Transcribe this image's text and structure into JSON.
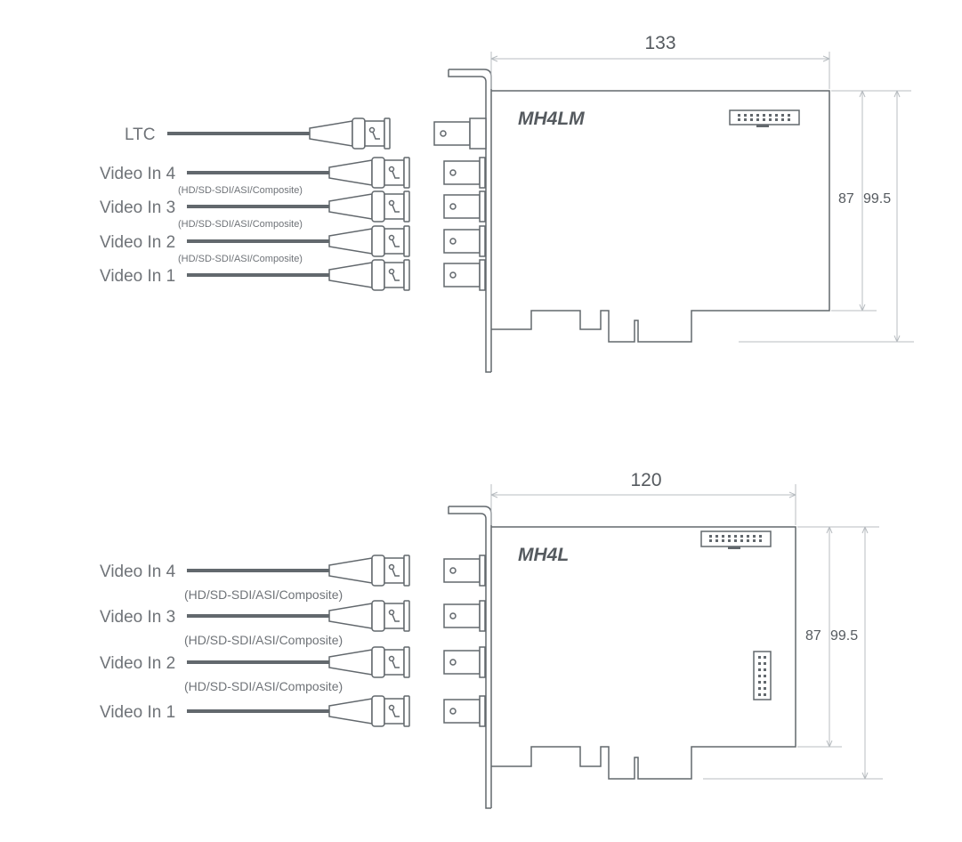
{
  "diagrams": [
    {
      "model": "MH4LM",
      "width_dim": "133",
      "height_dims": [
        "87",
        "99.5"
      ],
      "inputs": [
        {
          "label": "LTC",
          "sub": ""
        },
        {
          "label": "Video In 4",
          "sub": "(HD/SD-SDI/ASI/Composite)"
        },
        {
          "label": "Video In 3",
          "sub": "(HD/SD-SDI/ASI/Composite)"
        },
        {
          "label": "Video In 2",
          "sub": "(HD/SD-SDI/ASI/Composite)"
        },
        {
          "label": "Video In 1",
          "sub": ""
        }
      ]
    },
    {
      "model": "MH4L",
      "width_dim": "120",
      "height_dims": [
        "87",
        "99.5"
      ],
      "inputs": [
        {
          "label": "Video In 4",
          "sub": "(HD/SD-SDI/ASI/Composite)"
        },
        {
          "label": "Video In 3",
          "sub": "(HD/SD-SDI/ASI/Composite)"
        },
        {
          "label": "Video In 2",
          "sub": "(HD/SD-SDI/ASI/Composite)"
        },
        {
          "label": "Video In 1",
          "sub": ""
        }
      ]
    }
  ],
  "colors": {
    "line": "#62686d",
    "dimension": "#b8bdc1",
    "label": "#6f7378"
  },
  "icons": [
    "bnc-connector-icon",
    "pin-header-icon"
  ]
}
